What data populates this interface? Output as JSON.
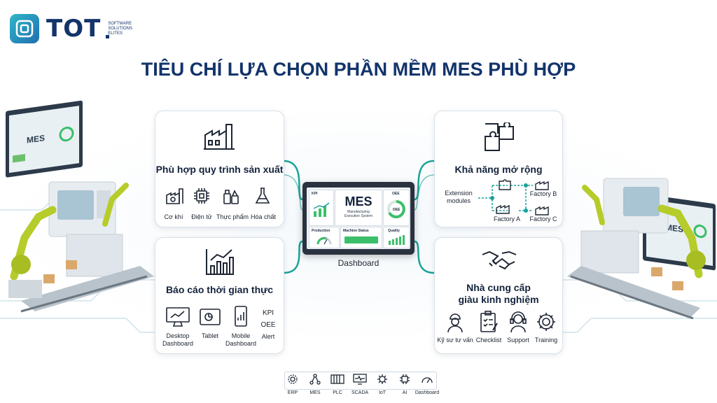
{
  "brand": {
    "name": "TOT",
    "tagline_lines": [
      "SOFTWARE",
      "SOLUTIONS",
      "ELITES"
    ]
  },
  "title": "TIÊU CHÍ LỰA CHỌN PHẦN MỀM MES PHÙ HỢP",
  "scene_screens": {
    "left": "MES",
    "right": "MES"
  },
  "cards": {
    "process_fit": {
      "title": "Phù hợp quy trình sản xuất",
      "items": [
        "Cơ khí",
        "Điện tử",
        "Thực phẩm",
        "Hóa chất"
      ]
    },
    "realtime_reports": {
      "title": "Báo cáo thời gian thực",
      "devices": [
        {
          "label_lines": [
            "Desktop",
            "Dashboard"
          ]
        },
        {
          "label_lines": [
            "Tablet"
          ]
        },
        {
          "label_lines": [
            "Mobile",
            "Dashboard"
          ]
        }
      ],
      "metrics": [
        "KPI",
        "OEE",
        "Alert"
      ]
    },
    "scalability": {
      "title": "Khả năng mở rộng",
      "extension_label_lines": [
        "Extension",
        "modules"
      ],
      "factories": [
        "Factory B",
        "Factory A",
        "Factory C"
      ]
    },
    "vendor_experience": {
      "title_lines": [
        "Nhà cung cấp",
        "giàu kinh nghiệm"
      ],
      "items": [
        "Kỹ sư tư vấn",
        "Checklist",
        "Support",
        "Training"
      ]
    }
  },
  "dashboard": {
    "caption": "Dashboard",
    "tiles": {
      "kpi": "KPI",
      "center_title": "MES",
      "center_sub_lines": [
        "Manufacturing",
        "Execution System"
      ],
      "oee": "OEE",
      "gauge_value": "OEE",
      "production": "Production",
      "machine_status": "Machine Status",
      "quality": "Quality"
    }
  },
  "bottom_bar": [
    "ERP",
    "MES",
    "PLC",
    "SCADA",
    "IoT",
    "AI",
    "Dashboard"
  ],
  "colors": {
    "navy": "#13346b",
    "teal": "#1aa39a",
    "green": "#3bbf6a",
    "accent": "#b6cc2a"
  }
}
